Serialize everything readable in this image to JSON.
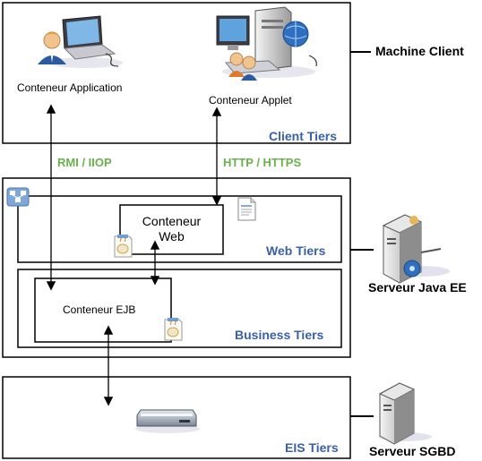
{
  "client_box": {
    "app_container": "Conteneur Application",
    "applet_container": "Conteneur Applet",
    "tier_label": "Client Tiers"
  },
  "protocols": {
    "left": "RMI / IIOP",
    "right": "HTTP / HTTPS"
  },
  "server_box": {
    "web_container_line1": "Conteneur",
    "web_container_line2": "Web",
    "web_tier_label": "Web Tiers",
    "ejb_container": "Conteneur EJB",
    "business_tier_label": "Business Tiers"
  },
  "eis_box": {
    "tier_label": "EIS Tiers"
  },
  "side_labels": {
    "client": "Machine Client",
    "javaee": "Serveur Java EE",
    "sgbd": "Serveur SGBD"
  },
  "icons": {
    "laptop_user": "laptop-user-icon",
    "desktop_users": "desktop-users-icon",
    "server_javaee": "server-tower-gear-icon",
    "server_sgbd": "server-tower-icon",
    "storage": "storage-drive-icon",
    "document": "document-icon",
    "bean": "java-bean-icon",
    "network": "network-icon"
  }
}
